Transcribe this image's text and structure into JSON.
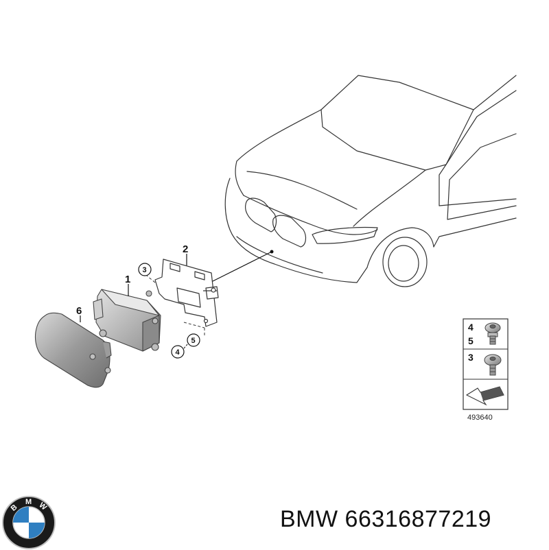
{
  "callouts": {
    "part_1": "1",
    "part_2": "2",
    "part_3": "3",
    "part_4": "4",
    "part_5": "5",
    "part_6": "6"
  },
  "legend": {
    "item_4": "4",
    "item_5": "5",
    "item_3": "3",
    "reference_number": "493640"
  },
  "caption": {
    "brand": "BMW",
    "part_number": "66316877219"
  },
  "logo": {
    "letter_b": "B",
    "letter_m": "M",
    "letter_w": "W",
    "colors": {
      "ring": "#1a1a1a",
      "blue": "#2f7fc1",
      "white": "#ffffff"
    }
  }
}
